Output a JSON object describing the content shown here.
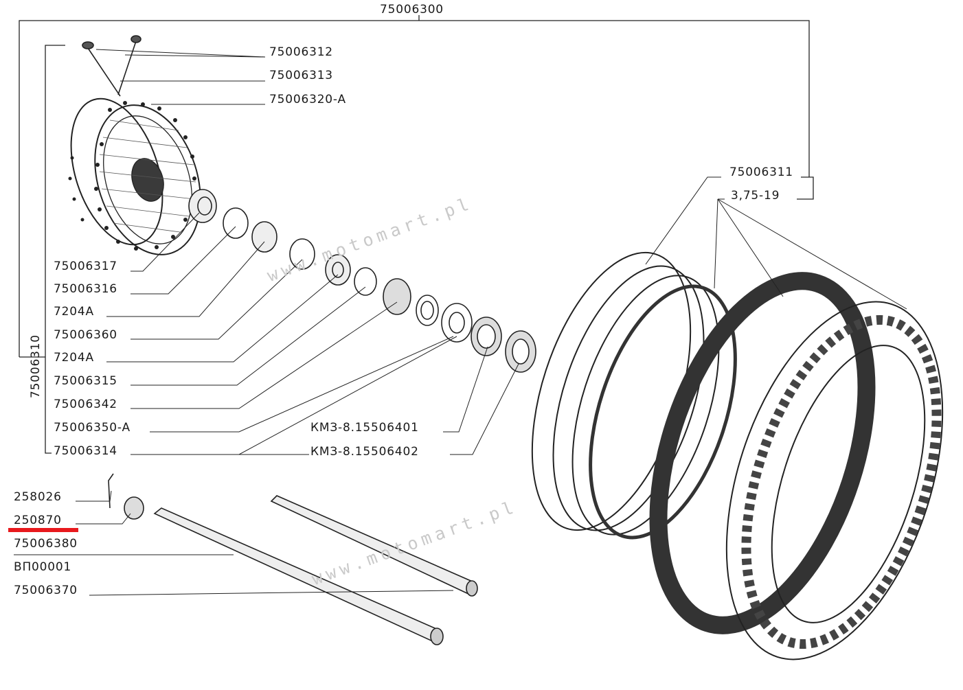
{
  "assembly": {
    "top_part_number": "75006300",
    "hub_assembly_number": "75006310"
  },
  "callouts": {
    "p75006312": "75006312",
    "p75006313": "75006313",
    "p75006320A": "75006320-A",
    "p75006317": "75006317",
    "p75006316": "75006316",
    "p7204A_1": "7204A",
    "p75006360": "75006360",
    "p7204A_2": "7204A",
    "p75006315": "75006315",
    "p75006342": "75006342",
    "p75006350A": "75006350-A",
    "p75006314": "75006314",
    "kmz1": "КМЗ-8.15506401",
    "kmz2": "КМЗ-8.15506402",
    "p75006311": "75006311",
    "tyre_size": "3,75-19",
    "p258026": "258026",
    "p250870": "250870",
    "p75006380": "75006380",
    "vp00001": "ВП00001",
    "p75006370": "75006370"
  },
  "watermarks": {
    "wm1": "www.motomart.pl",
    "wm2": "www.motomart.pl"
  },
  "colors": {
    "line": "#222222",
    "highlight": "#e8191d",
    "watermark": "#c9c9c9"
  }
}
